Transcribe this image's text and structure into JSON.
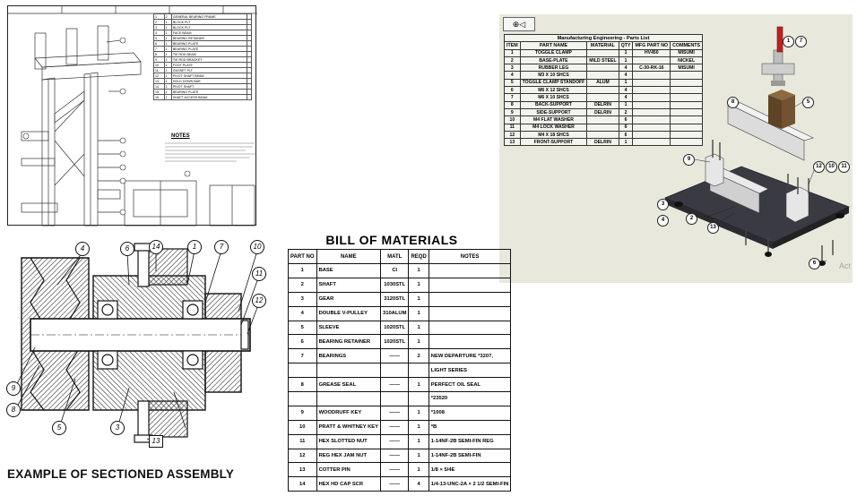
{
  "panel1": {
    "bom_rows": [
      [
        "1",
        "2",
        "GENERAL BEARING FRAME",
        ""
      ],
      [
        "2",
        "1",
        "BLOCK PLT",
        ""
      ],
      [
        "3",
        "1",
        "BLOCK PLT",
        ""
      ],
      [
        "4",
        "1",
        "FACE BEAM",
        ""
      ],
      [
        "5",
        "1",
        "BEARING RETAINER",
        ""
      ],
      [
        "6",
        "1",
        "BEARING PLATE",
        ""
      ],
      [
        "7",
        "1",
        "BEARING PLATE",
        ""
      ],
      [
        "8",
        "1",
        "TIE ROD BEAM",
        ""
      ],
      [
        "9",
        "1",
        "TIE ROD BRACKET",
        ""
      ],
      [
        "10",
        "1",
        "FOOT PLATE",
        ""
      ],
      [
        "11",
        "1",
        "GUSSET PLT",
        ""
      ],
      [
        "12",
        "1",
        "PIVOT SHAFT BEAM",
        ""
      ],
      [
        "13",
        "1",
        "HOLD DOWN BAR",
        ""
      ],
      [
        "14",
        "1",
        "PIVOT SHAFT",
        ""
      ],
      [
        "15",
        "1",
        "BEARING PLATE",
        ""
      ],
      [
        "16",
        "1",
        "SHAFT ACCESS BEAM",
        ""
      ]
    ],
    "notes_title": "NOTES"
  },
  "panel2": {
    "title": "Manufacturing Engineering  -  Parts List",
    "headers": [
      "ITEM",
      "PART NAME",
      "MATERIAL",
      "QTY",
      "MFG PART NO",
      "COMMENTS"
    ],
    "rows": [
      [
        "1",
        "TOGGLE CLAMP",
        "",
        "1",
        "HV450",
        "MISUMI"
      ],
      [
        "2",
        "BASE-PLATE",
        "MILD STEEL",
        "1",
        "",
        "NICKEL"
      ],
      [
        "3",
        "RUBBER LEG",
        "",
        "4",
        "C-30-RK-16",
        "MISUMI"
      ],
      [
        "4",
        "M3 X 10 SHCS",
        "",
        "4",
        "",
        ""
      ],
      [
        "5",
        "TOGGLE CLAMP STANDOFF",
        "ALUM",
        "1",
        "",
        ""
      ],
      [
        "6",
        "M6 X 12 SHCS",
        "",
        "4",
        "",
        ""
      ],
      [
        "7",
        "M6 X 10 SHCS",
        "",
        "4",
        "",
        ""
      ],
      [
        "8",
        "BACK-SUPPORT",
        "DELRIN",
        "1",
        "",
        ""
      ],
      [
        "9",
        "SIDE-SUPPORT",
        "DELRIN",
        "2",
        "",
        ""
      ],
      [
        "10",
        "M4 FLAT WASHER",
        "",
        "6",
        "",
        ""
      ],
      [
        "11",
        "M4 LOCK WASHER",
        "",
        "6",
        "",
        ""
      ],
      [
        "12",
        "M4 X 18 SHCS",
        "",
        "6",
        "",
        ""
      ],
      [
        "13",
        "FRONT-SUPPORT",
        "DELRIN",
        "1",
        "",
        ""
      ]
    ],
    "balloons": [
      "1",
      "7",
      "8",
      "5",
      "9",
      "12",
      "10",
      "11",
      "3",
      "4",
      "2",
      "13",
      "6"
    ],
    "watermark": "Act"
  },
  "panel3": {
    "caption": "EXAMPLE OF SECTIONED ASSEMBLY",
    "balloons": [
      "4",
      "6",
      "14",
      "1",
      "7",
      "10",
      "11",
      "12",
      "9",
      "8",
      "5",
      "3",
      "13"
    ]
  },
  "panel4": {
    "title": "BILL OF MATERIALS",
    "headers": [
      "PART NO",
      "NAME",
      "MATL",
      "REQD",
      "NOTES"
    ],
    "rows": [
      [
        "1",
        "BASE",
        "CI",
        "1",
        ""
      ],
      [
        "2",
        "SHAFT",
        "1030STL",
        "1",
        ""
      ],
      [
        "3",
        "GEAR",
        "3120STL",
        "1",
        ""
      ],
      [
        "4",
        "DOUBLE V-PULLEY",
        "310ALUM",
        "1",
        ""
      ],
      [
        "5",
        "SLEEVE",
        "1020STL",
        "1",
        ""
      ],
      [
        "6",
        "BEARING RETAINER",
        "1020STL",
        "1",
        ""
      ],
      [
        "7",
        "BEARINGS",
        "——",
        "2",
        "NEW DEPARTURE *3207,"
      ],
      [
        "",
        "",
        "",
        "",
        "LIGHT SERIES"
      ],
      [
        "8",
        "GREASE SEAL",
        "——",
        "1",
        "PERFECT OIL SEAL"
      ],
      [
        "",
        "",
        "",
        "",
        "*23520"
      ],
      [
        "9",
        "WOODRUFF KEY",
        "——",
        "1",
        "*1008"
      ],
      [
        "10",
        "PRATT & WHITNEY KEY",
        "——",
        "1",
        "*B"
      ],
      [
        "11",
        "HEX SLOTTED NUT",
        "——",
        "1",
        "1-14NF-2B SEMI-FIN REG"
      ],
      [
        "12",
        "REG HEX JAM NUT",
        "——",
        "1",
        "1-14NF-2B SEMI-FIN"
      ],
      [
        "13",
        "COTTER PIN",
        "——",
        "1",
        "1/8 × 5/4E"
      ],
      [
        "14",
        "HEX HD CAP SCR",
        "——",
        "4",
        "1/4-13-UNC-2A × 2 1/2 SEMI-FIN"
      ]
    ]
  }
}
